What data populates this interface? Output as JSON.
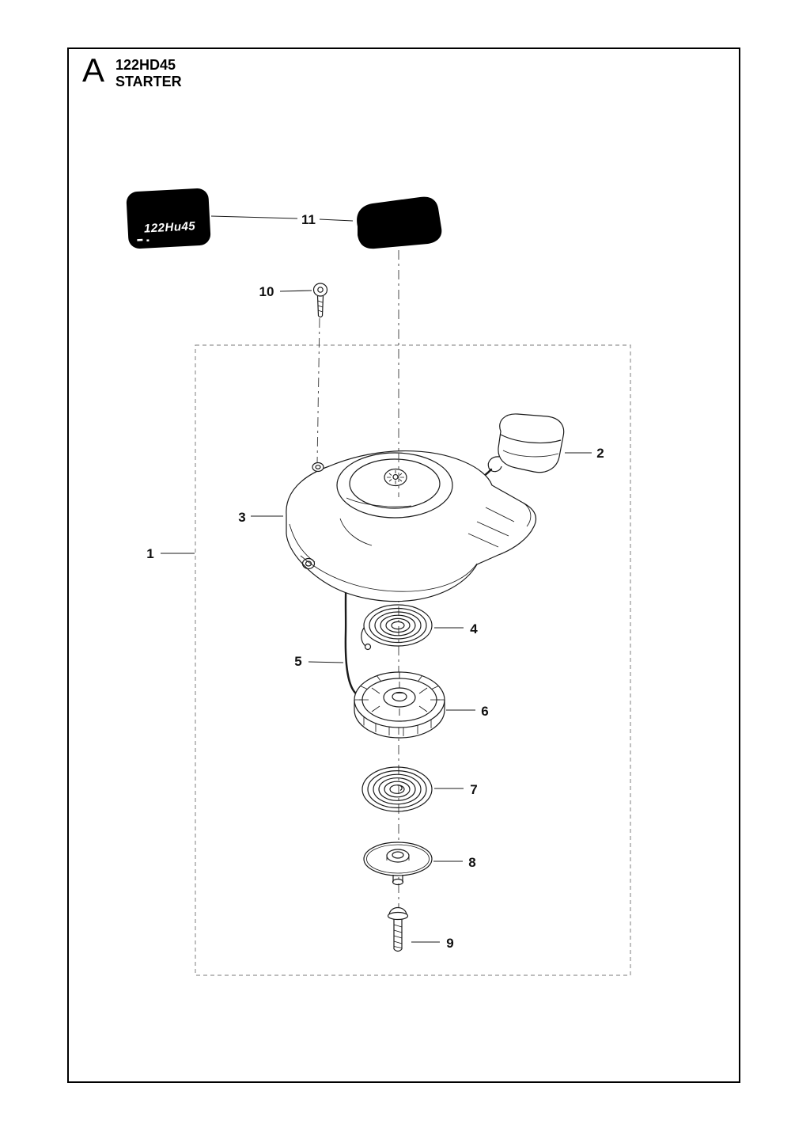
{
  "header": {
    "section_letter": "A",
    "model": "122HD45",
    "title": "STARTER"
  },
  "sticker": {
    "brand_text": "122Hu45"
  },
  "callouts": {
    "c1": "1",
    "c2": "2",
    "c3": "3",
    "c4": "4",
    "c5": "5",
    "c6": "6",
    "c7": "7",
    "c8": "8",
    "c9": "9",
    "c10": "10",
    "c11": "11"
  },
  "colors": {
    "ink": "#1a1a1a",
    "dash_box": "#949494",
    "sticker_fill": "#000000",
    "background": "#ffffff"
  }
}
